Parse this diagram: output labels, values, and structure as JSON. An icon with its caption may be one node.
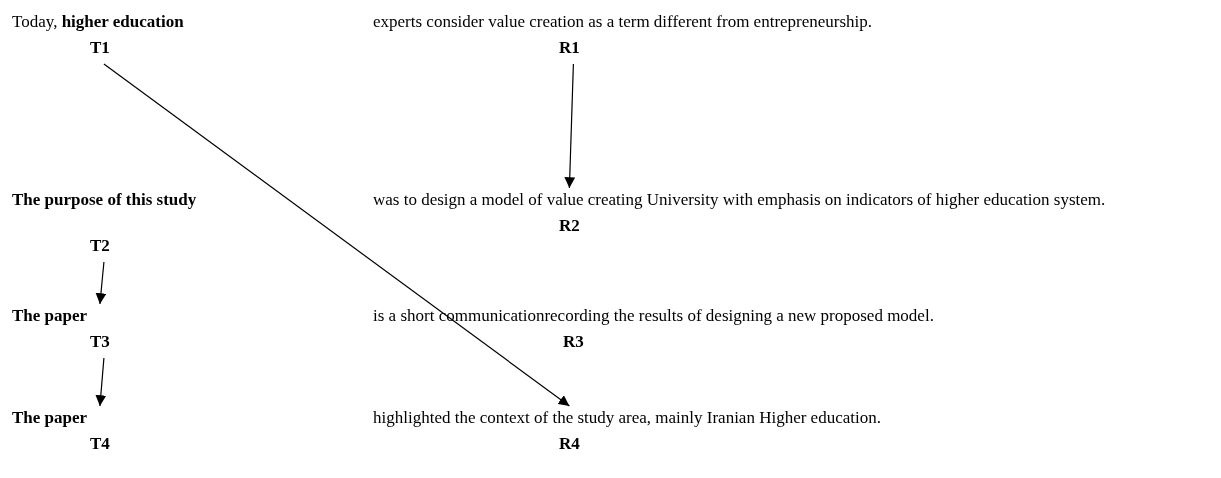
{
  "diagram": {
    "nodes": [
      {
        "text": [
          "Today, **higher education**",
          "T1"
        ]
      },
      {
        "text": [
          "experts consider value creation as a term different from entrepreneurship.",
          "R1"
        ]
      },
      {
        "text": [
          "The purpose of this study",
          "T2"
        ]
      },
      {
        "text": [
          "was to design a model of value creating University with emphasis on indicators of higher education system.",
          "R2"
        ]
      },
      {
        "text": [
          "The paper",
          "T3"
        ]
      },
      {
        "text": [
          "is a short communicationrecording the results of designing a new proposed model.",
          "R3"
        ]
      },
      {
        "text": [
          "The paper",
          "T4"
        ]
      },
      {
        "text": [
          "highlighted the context of the study area, mainly Iranian Higher education.",
          "R4"
        ]
      }
    ],
    "edges": [
      {
        "from": 0,
        "to": 7,
        "arrow": "to"
      },
      {
        "from": 1,
        "to": 3,
        "arrow": "to"
      },
      {
        "from": 2,
        "to": 4,
        "arrow": "to"
      },
      {
        "from": 4,
        "to": 6,
        "arrow": "to"
      }
    ]
  }
}
